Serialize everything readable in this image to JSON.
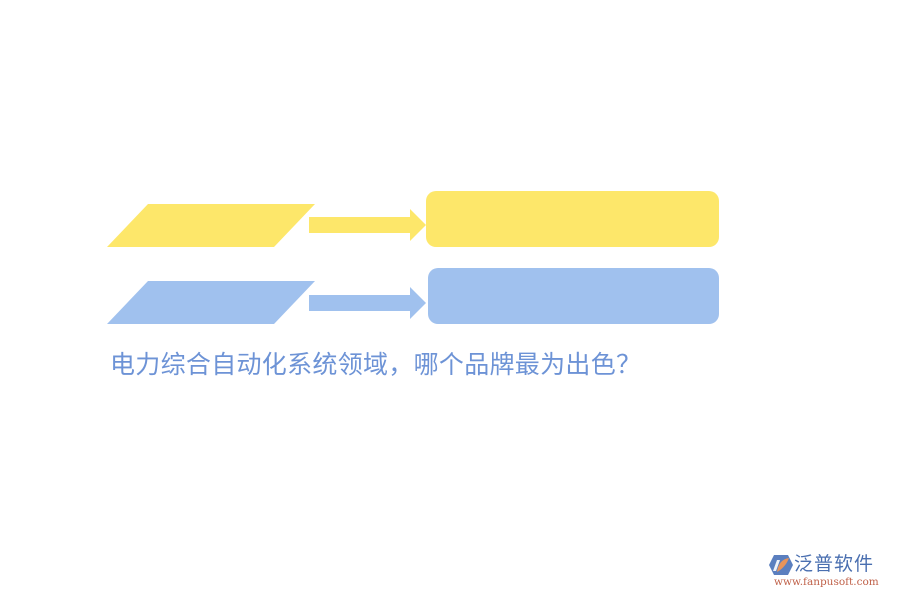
{
  "diagram": {
    "rows": [
      {
        "id": "row-1",
        "color": "#fde76a",
        "input_label": "",
        "output_label": ""
      },
      {
        "id": "row-2",
        "color": "#a0c1ee",
        "input_label": "",
        "output_label": ""
      }
    ],
    "title": "电力综合自动化系统领域，哪个品牌最为出色？",
    "title_color": "#6d93d6"
  },
  "logo": {
    "name": "泛普软件",
    "url": "www.fanpusoft.com",
    "icon": "fanpu-logo-icon",
    "colors": {
      "primary": "#4a6fb0",
      "accent": "#e8945a",
      "url": "#c0624a"
    }
  }
}
